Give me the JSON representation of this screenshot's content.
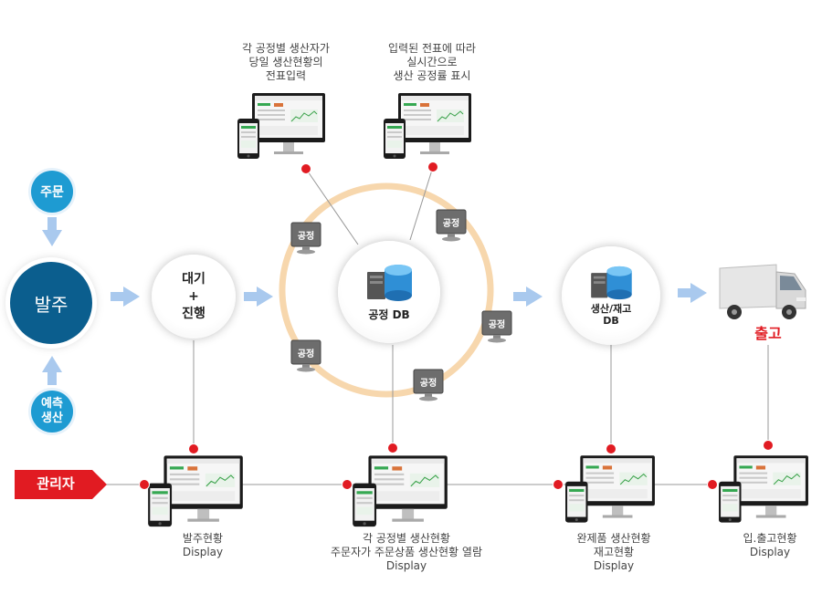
{
  "nodes": {
    "order_top": "주문",
    "order_main": "발주",
    "forecast": "예측\n생산",
    "wait": "대기\n+\n진행",
    "process_db": "공정 DB",
    "stock_db": "생산/재고\nDB",
    "shipping": "출고",
    "manager": "관리자",
    "process_badge": "공정"
  },
  "top_labels": {
    "left": "각 공정별 생산자가\n당일 생산현황의\n전표입력",
    "right": "입력된 전표에 따라\n실시간으로\n생산 공정률 표시"
  },
  "bottom_labels": {
    "d1": "발주현황\nDisplay",
    "d2": "각 공정별 생산현황\n주문자가 주문상품 생산현황 열람\nDisplay",
    "d3": "완제품 생산현황\n재고현황\nDisplay",
    "d4": "입.출고현황\nDisplay"
  },
  "colors": {
    "teal": "#1e9bd2",
    "navy": "#0b5e8e",
    "ring": "#f7d7ad",
    "arrow": "#a9c9ee",
    "red": "#e11b22",
    "line": "#999999"
  }
}
